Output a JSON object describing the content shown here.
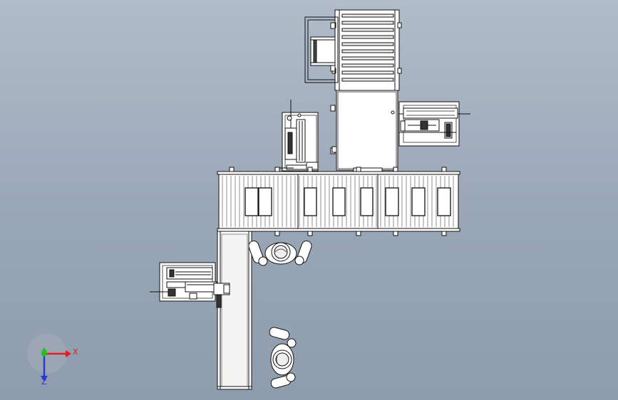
{
  "viewport": {
    "background_top": "#b1bcc9",
    "background_bottom": "#8e9cad"
  },
  "triad": {
    "x_label": "X",
    "z_label": "Z",
    "x_color": "#e02020",
    "y_color": "#22c022",
    "z_color": "#2a3ad0"
  },
  "scene": {
    "line_color": "#111111",
    "fill_color": "#ffffff",
    "shade_color": "#e6e6e6",
    "roller_conveyor_slots": 8,
    "vertical_conveyor_rollers": 10,
    "operators": 2
  }
}
